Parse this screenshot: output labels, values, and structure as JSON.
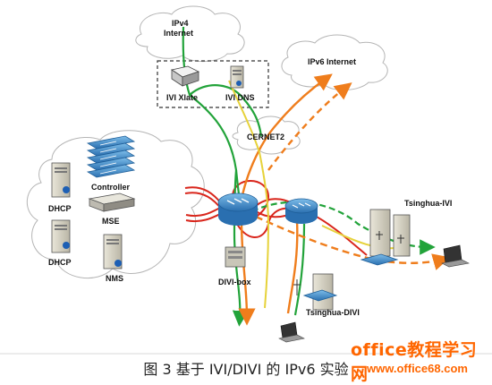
{
  "labels": {
    "ipv4_internet": [
      "IPv4",
      "Internet"
    ],
    "ipv6_internet": "IPv6 Internet",
    "ivi_xlate": "IVI Xlate",
    "ivi_dns": "IVI DNS",
    "cernet2": "CERNET2",
    "controller": "Controller",
    "mse": "MSE",
    "dhcp_1": "DHCP",
    "dhcp_2": "DHCP",
    "nms": "NMS",
    "divi_box": "DIVI-box",
    "tsinghua_ivi": "Tsinghua-IVI",
    "tsinghua_divi": "Tsinghua-DIVI"
  },
  "caption": "图 3  基于 IVI/DIVI 的 IPv6 实验",
  "watermark": {
    "site": "office教程学习网",
    "url": "www.office68.com"
  },
  "colors": {
    "red_link": "#d9261c",
    "green_path": "#22a33a",
    "orange_path": "#ef7d1c",
    "yellow_path": "#e6d23a",
    "router_blue": "#3d8fd0",
    "watermark": "#ff6600"
  }
}
